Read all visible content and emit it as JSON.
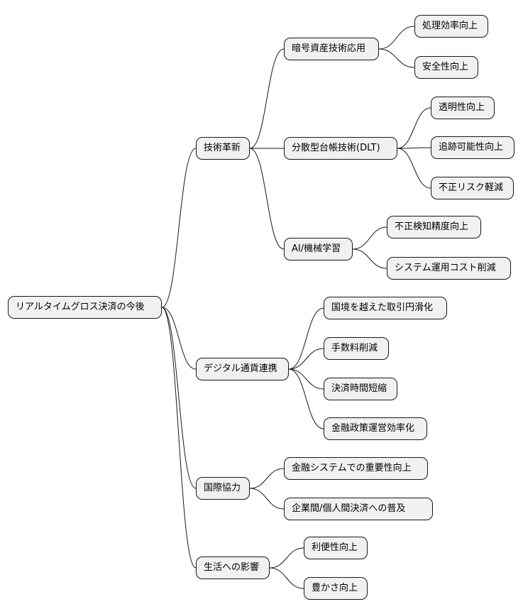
{
  "diagram": {
    "root": "リアルタイムグロス決済の今後",
    "branches": [
      {
        "label": "技術革新",
        "children": [
          {
            "label": "暗号資産技術応用",
            "children": [
              "処理効率向上",
              "安全性向上"
            ]
          },
          {
            "label": "分散型台帳技術(DLT)",
            "children": [
              "透明性向上",
              "追跡可能性向上",
              "不正リスク軽減"
            ]
          },
          {
            "label": "AI/機械学習",
            "children": [
              "不正検知精度向上",
              "システム運用コスト削減"
            ]
          }
        ]
      },
      {
        "label": "デジタル通貨連携",
        "children": [
          "国境を越えた取引円滑化",
          "手数料削減",
          "決済時間短縮",
          "金融政策運営効率化"
        ]
      },
      {
        "label": "国際協力",
        "children": [
          "金融システムでの重要性向上",
          "企業間/個人間決済への普及"
        ]
      },
      {
        "label": "生活への影響",
        "children": [
          "利便性向上",
          "豊かさ向上"
        ]
      }
    ]
  },
  "colors": {
    "node_fill": "#f1f1f1",
    "node_border": "#181818",
    "connector": "#181818"
  }
}
